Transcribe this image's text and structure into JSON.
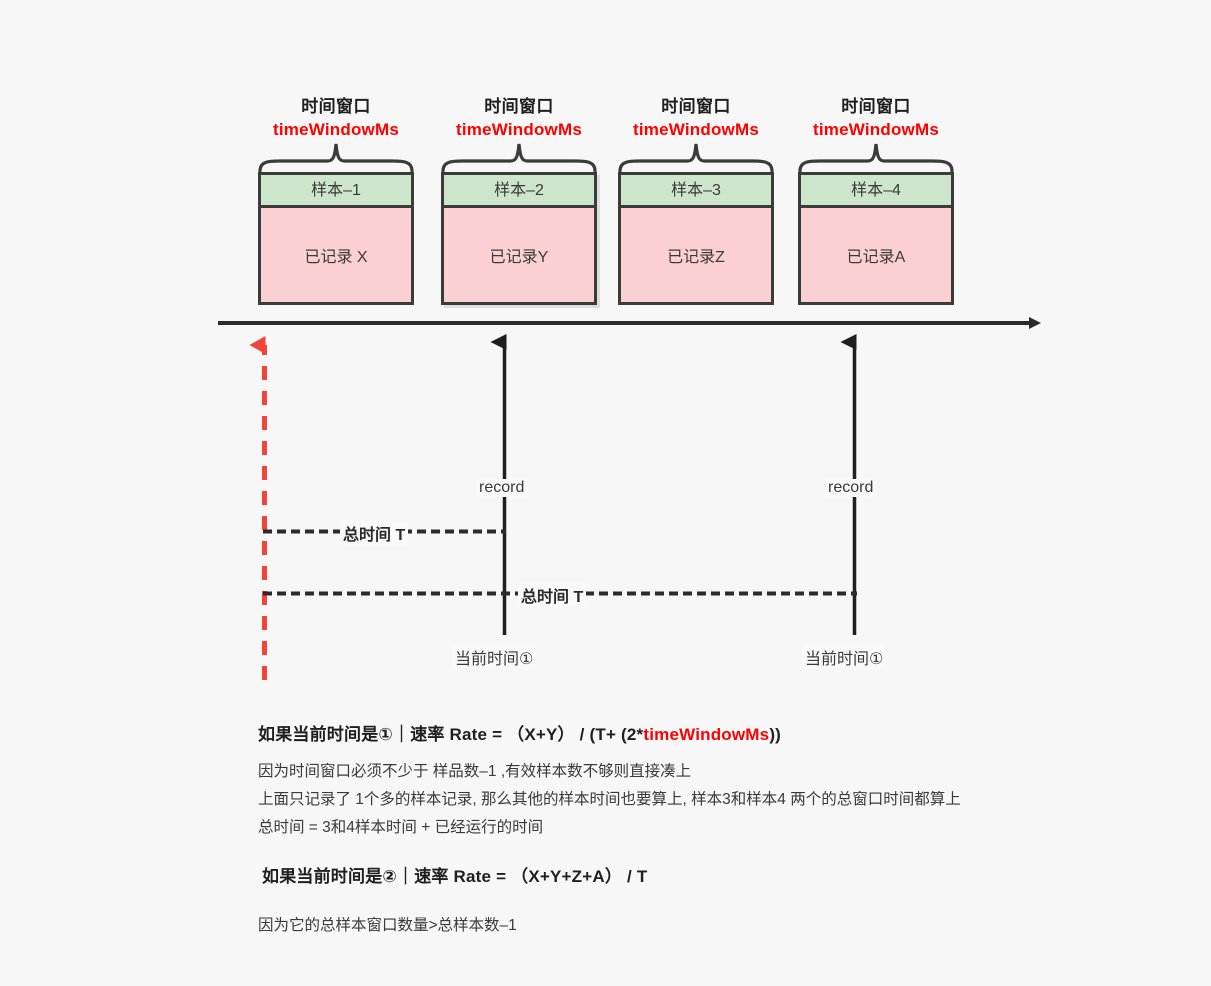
{
  "page": {
    "background": "#f7f7f7",
    "accent_red": "#ff0000",
    "sample_fill": "#cde5cb",
    "record_fill": "#fbd0d3",
    "stroke": "#3b3b3b"
  },
  "windows": [
    {
      "title": "时间窗口",
      "variable": "timeWindowMs",
      "sample_label": "样本–1",
      "record_label": "已记录 X"
    },
    {
      "title": "时间窗口",
      "variable": "timeWindowMs",
      "sample_label": "样本–2",
      "record_label": "已记录Y"
    },
    {
      "title": "时间窗口",
      "variable": "timeWindowMs",
      "sample_label": "样本–3",
      "record_label": "已记录Z"
    },
    {
      "title": "时间窗口",
      "variable": "timeWindowMs",
      "sample_label": "样本–4",
      "record_label": "已记录A"
    }
  ],
  "timeline": {
    "record_label_1": "record",
    "record_label_2": "record",
    "total_time_label_1": "总时间 T",
    "total_time_label_2": "总时间 T",
    "current_time_label_1": "当前时间①",
    "current_time_label_2": "当前时间①"
  },
  "notes": {
    "case1": {
      "prefix": "如果当前时间是①｜速率 Rate = （X+Y） / (T+ (2*",
      "red": "timeWindowMs",
      "suffix": "))"
    },
    "case1_lines": [
      "因为时间窗口必须不少于 样品数–1 ,有效样本数不够则直接凑上",
      "上面只记录了 1个多的样本记录, 那么其他的样本时间也要算上, 样本3和样本4 两个的总窗口时间都算上",
      "总时间 = 3和4样本时间 + 已经运行的时间"
    ],
    "case2": {
      "text": "如果当前时间是②｜速率 Rate = （X+Y+Z+A） / T"
    },
    "case2_lines": [
      "因为它的总样本窗口数量>总样本数–1"
    ]
  }
}
